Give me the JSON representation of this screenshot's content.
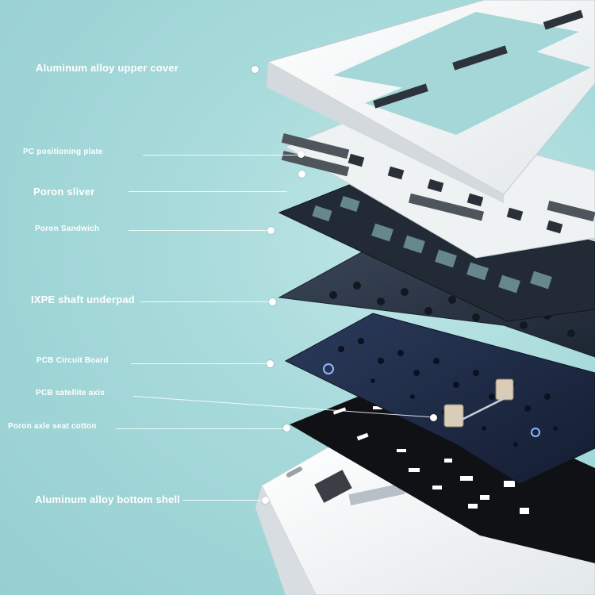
{
  "labels": [
    {
      "id": "upper-cover",
      "text": "Aluminum alloy upper cover"
    },
    {
      "id": "pc-plate",
      "text": "PC positioning plate"
    },
    {
      "id": "poron-sliver",
      "text": "Poron sliver"
    },
    {
      "id": "poron-sandwich",
      "text": "Poron Sandwich"
    },
    {
      "id": "ixpe-underpad",
      "text": "IXPE shaft underpad"
    },
    {
      "id": "pcb-board",
      "text": "PCB Circuit Board"
    },
    {
      "id": "pcb-satellite",
      "text": "PCB satellite axis"
    },
    {
      "id": "poron-axle",
      "text": "Poron axle seat cotton"
    },
    {
      "id": "bottom-shell",
      "text": "Aluminum alloy bottom shell"
    }
  ],
  "colors": {
    "background": "#9fd4d6",
    "white_case": "#f4f6f6",
    "pc_plate": "#e9eef0",
    "dark_foam": "#2a3340",
    "pcb": "#1d2a44",
    "black_foam": "#111214",
    "gasket": "#5a6068"
  }
}
